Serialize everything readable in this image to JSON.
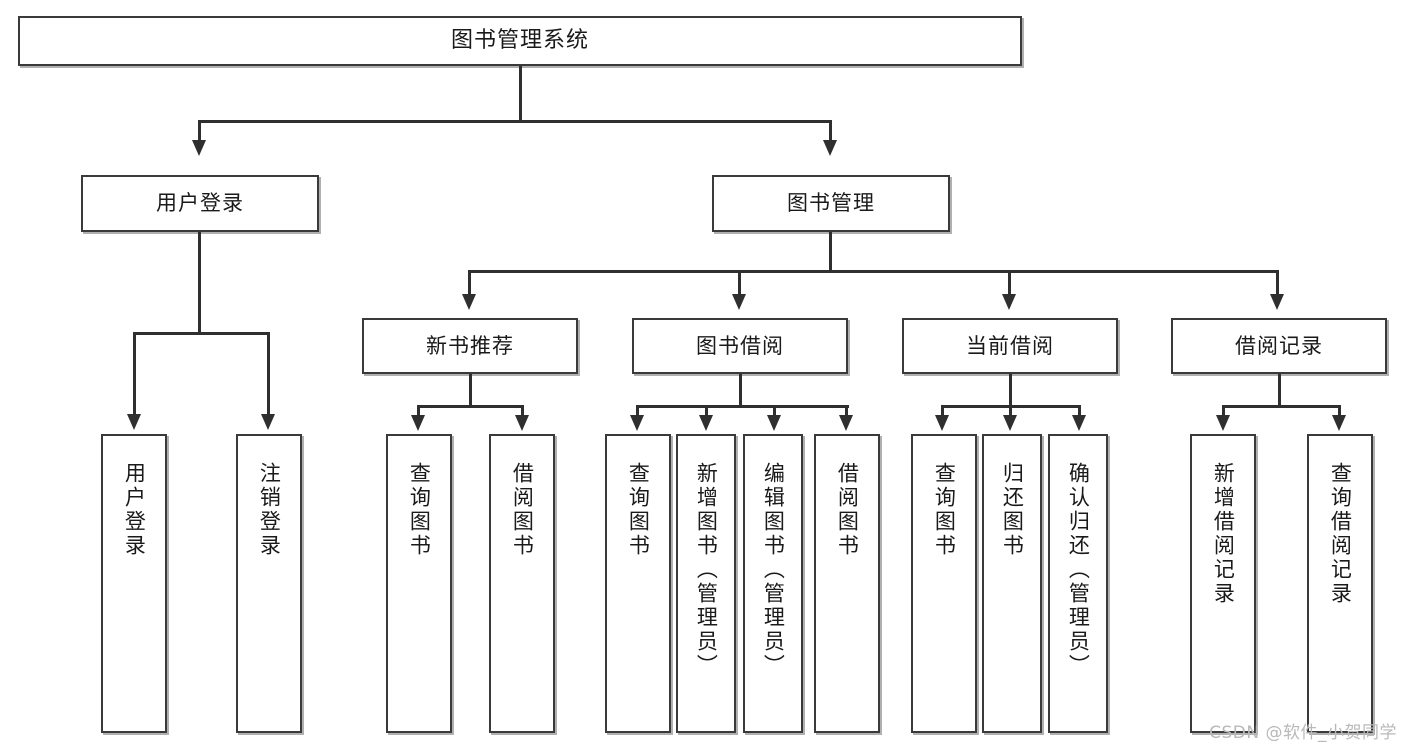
{
  "diagram": {
    "title": "图书管理系统",
    "type": "tree",
    "root": {
      "label": "图书管理系统"
    },
    "level2": [
      {
        "label": "用户登录"
      },
      {
        "label": "图书管理"
      }
    ],
    "level3": [
      {
        "label": "新书推荐"
      },
      {
        "label": "图书借阅"
      },
      {
        "label": "当前借阅"
      },
      {
        "label": "借阅记录"
      }
    ],
    "leaves": {
      "user_login": [
        {
          "label": "用户登录"
        },
        {
          "label": "注销登录"
        }
      ],
      "new_book": [
        {
          "label": "查询图书"
        },
        {
          "label": "借阅图书"
        }
      ],
      "book_borrow": [
        {
          "label": "查询图书"
        },
        {
          "label": "新增图书（管理员）"
        },
        {
          "label": "编辑图书（管理员）"
        },
        {
          "label": "借阅图书"
        }
      ],
      "current_borrow": [
        {
          "label": "查询图书"
        },
        {
          "label": "归还图书"
        },
        {
          "label": "确认归还（管理员）"
        }
      ],
      "borrow_record": [
        {
          "label": "新增借阅记录"
        },
        {
          "label": "查询借阅记录"
        }
      ]
    },
    "watermark": "CSDN @软件_小贺同学",
    "colors": {
      "box_border": "#3a3a3a",
      "line": "#2f2f2f",
      "background": "#ffffff",
      "text": "#1a1a1a",
      "watermark": "#b9b9b9"
    }
  }
}
